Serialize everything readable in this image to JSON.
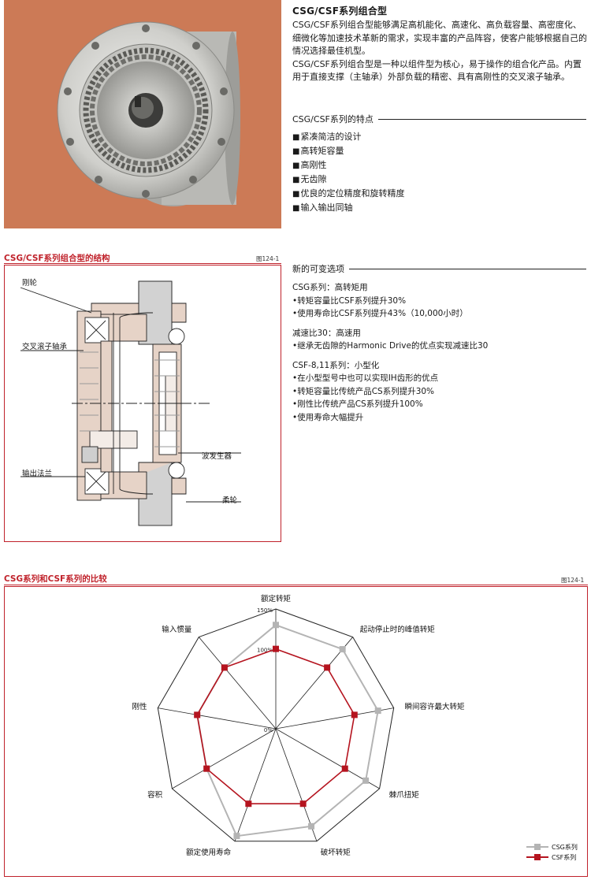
{
  "intro": {
    "title": "CSG/CSF系列组合型",
    "paragraphs": [
      "CSG/CSF系列组合型能够满足高机能化、高速化、高负载容量、高密度化、细微化等加速技术革新的需求，实现丰富的产品阵容，使客户能够根据自己的情况选择最佳机型。",
      "CSG/CSF系列组合型是一种以组件型为核心，易于操作的组合化产品。内置用于直接支撑（主轴承）外部负载的精密、具有高刚性的交叉滚子轴承。"
    ]
  },
  "features": {
    "heading": "CSG/CSF系列的特点",
    "items": [
      "紧凑简洁的设计",
      "高转矩容量",
      "高刚性",
      "无齿隙",
      "优良的定位精度和旋转精度",
      "输入输出同轴"
    ]
  },
  "variations": {
    "heading": "新的可变选项",
    "groups": [
      {
        "title": "CSG系列：高转矩用",
        "lines": [
          "•转矩容量比CSF系列提升30%",
          "•使用寿命比CSF系列提升43%（10,000小时）"
        ]
      },
      {
        "title": "减速比30：高速用",
        "lines": [
          "•继承无齿隙的Harmonic Drive的优点实现减速比30"
        ]
      },
      {
        "title": "CSF-8,11系列：小型化",
        "lines": [
          "•在小型型号中也可以实现IH齿形的优点",
          "•转矩容量比传统产品CS系列提升30%",
          "•刚性比传统产品CS系列提升100%",
          "•使用寿命大幅提升"
        ]
      }
    ]
  },
  "structure": {
    "heading": "CSG/CSF系列组合型的结构",
    "figure_no": "图124-1",
    "labels": {
      "circular_spline": "刚轮",
      "cross_roller": "交叉滚子轴承",
      "output_flange": "输出法兰",
      "wave_generator": "波发生器",
      "flexspline": "柔轮"
    }
  },
  "comparison": {
    "heading": "CSG系列和CSF系列的比较",
    "figure_no": "图124-1"
  },
  "chart_data": {
    "type": "radar",
    "axes": [
      "额定转矩",
      "起动停止时的峰值转矩",
      "瞬间容许最大转矩",
      "棘爪扭矩",
      "破坏转矩",
      "额定使用寿命",
      "容积",
      "刚性",
      "输入惯量"
    ],
    "scale_labels": [
      "0%",
      "100%",
      "150%"
    ],
    "rmax": 150,
    "series": [
      {
        "name": "CSG系列",
        "color": "#b4b4b4",
        "values": [
          130,
          130,
          130,
          130,
          130,
          143,
          100,
          100,
          100
        ]
      },
      {
        "name": "CSF系列",
        "color": "#b5141f",
        "values": [
          100,
          100,
          100,
          100,
          100,
          100,
          100,
          100,
          100
        ]
      }
    ]
  },
  "colors": {
    "accent": "#c0222b",
    "photo_bg": "#cc7a56"
  }
}
